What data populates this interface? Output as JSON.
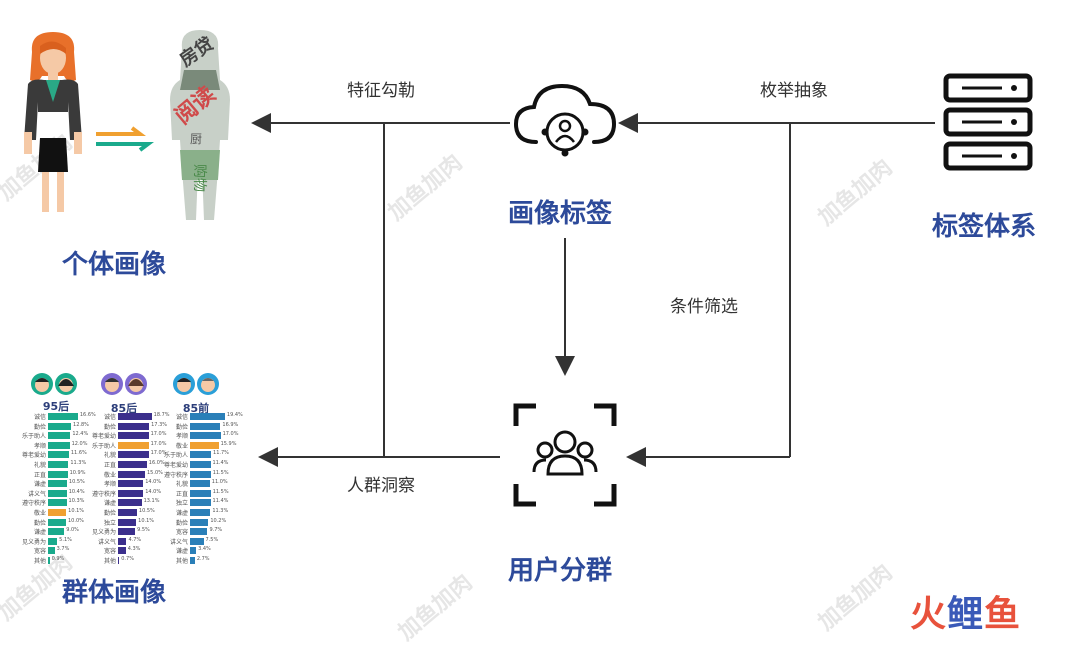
{
  "nodes": {
    "individual": "个体画像",
    "group": "群体画像",
    "profile_tags": "画像标签",
    "tag_system": "标签体系",
    "user_segment": "用户分群"
  },
  "edges": {
    "feature_outline": "特征勾勒",
    "enumerate_extract": "枚举抽象",
    "condition_filter": "条件筛选",
    "crowd_insight": "人群洞察"
  },
  "word_cloud": [
    "房贷",
    "阅读",
    "厨",
    "购物"
  ],
  "group_panel": {
    "columns": [
      "95后",
      "85后",
      "85前"
    ],
    "rows": [
      [
        "诚信",
        "诚信",
        "诚信"
      ],
      [
        "勤俭",
        "勤俭",
        "勤俭"
      ],
      [
        "乐于助人",
        "尊老爱幼",
        "孝顺"
      ],
      [
        "孝顺",
        "乐于助人",
        "敬业"
      ],
      [
        "尊老爱幼",
        "礼貌",
        "乐于助人"
      ],
      [
        "礼貌",
        "正直",
        "尊老爱幼"
      ],
      [
        "正直",
        "敬业",
        "遵守秩序"
      ],
      [
        "谦虚",
        "孝顺",
        "礼貌"
      ],
      [
        "讲义气",
        "遵守秩序",
        "正直"
      ],
      [
        "遵守秩序",
        "谦虚",
        "独立"
      ],
      [
        "敬业",
        "勤俭",
        "谦虚"
      ],
      [
        "勤俭",
        "独立",
        "勤俭"
      ],
      [
        "谦虚",
        "见义勇为",
        "宽容"
      ],
      [
        "见义勇为",
        "讲义气",
        "讲义气"
      ],
      [
        "宽容",
        "宽容",
        "谦虚"
      ],
      [
        "其他",
        "其他",
        "其他"
      ]
    ],
    "values": [
      [
        16.6,
        18.7,
        19.4
      ],
      [
        12.8,
        17.3,
        16.9
      ],
      [
        12.4,
        17.0,
        17.0
      ],
      [
        12.0,
        17.0,
        15.9
      ],
      [
        11.6,
        17.0,
        11.7
      ],
      [
        11.3,
        16.0,
        11.4
      ],
      [
        10.9,
        15.0,
        11.5
      ],
      [
        10.5,
        14.0,
        11.0
      ],
      [
        10.4,
        14.0,
        11.5
      ],
      [
        10.3,
        13.1,
        11.4
      ],
      [
        10.1,
        10.5,
        11.3
      ],
      [
        10.0,
        10.1,
        10.2
      ],
      [
        9.0,
        9.5,
        9.7
      ],
      [
        5.1,
        4.7,
        7.5
      ],
      [
        3.7,
        4.3,
        3.4
      ],
      [
        0.9,
        0.7,
        2.7
      ]
    ]
  },
  "brand": "火鲤鱼",
  "watermark_text": "加鱼加肉",
  "colors": {
    "title_blue": "#2d4a9a",
    "line": "#333333",
    "bar_95": "#1aaa8c",
    "bar_85": "#3b2f8c",
    "bar_85pre": "#2a7fb8",
    "bar_highlight": "#f0a030",
    "brand_red": "#e8523c",
    "brand_blue": "#3a5ab8"
  }
}
